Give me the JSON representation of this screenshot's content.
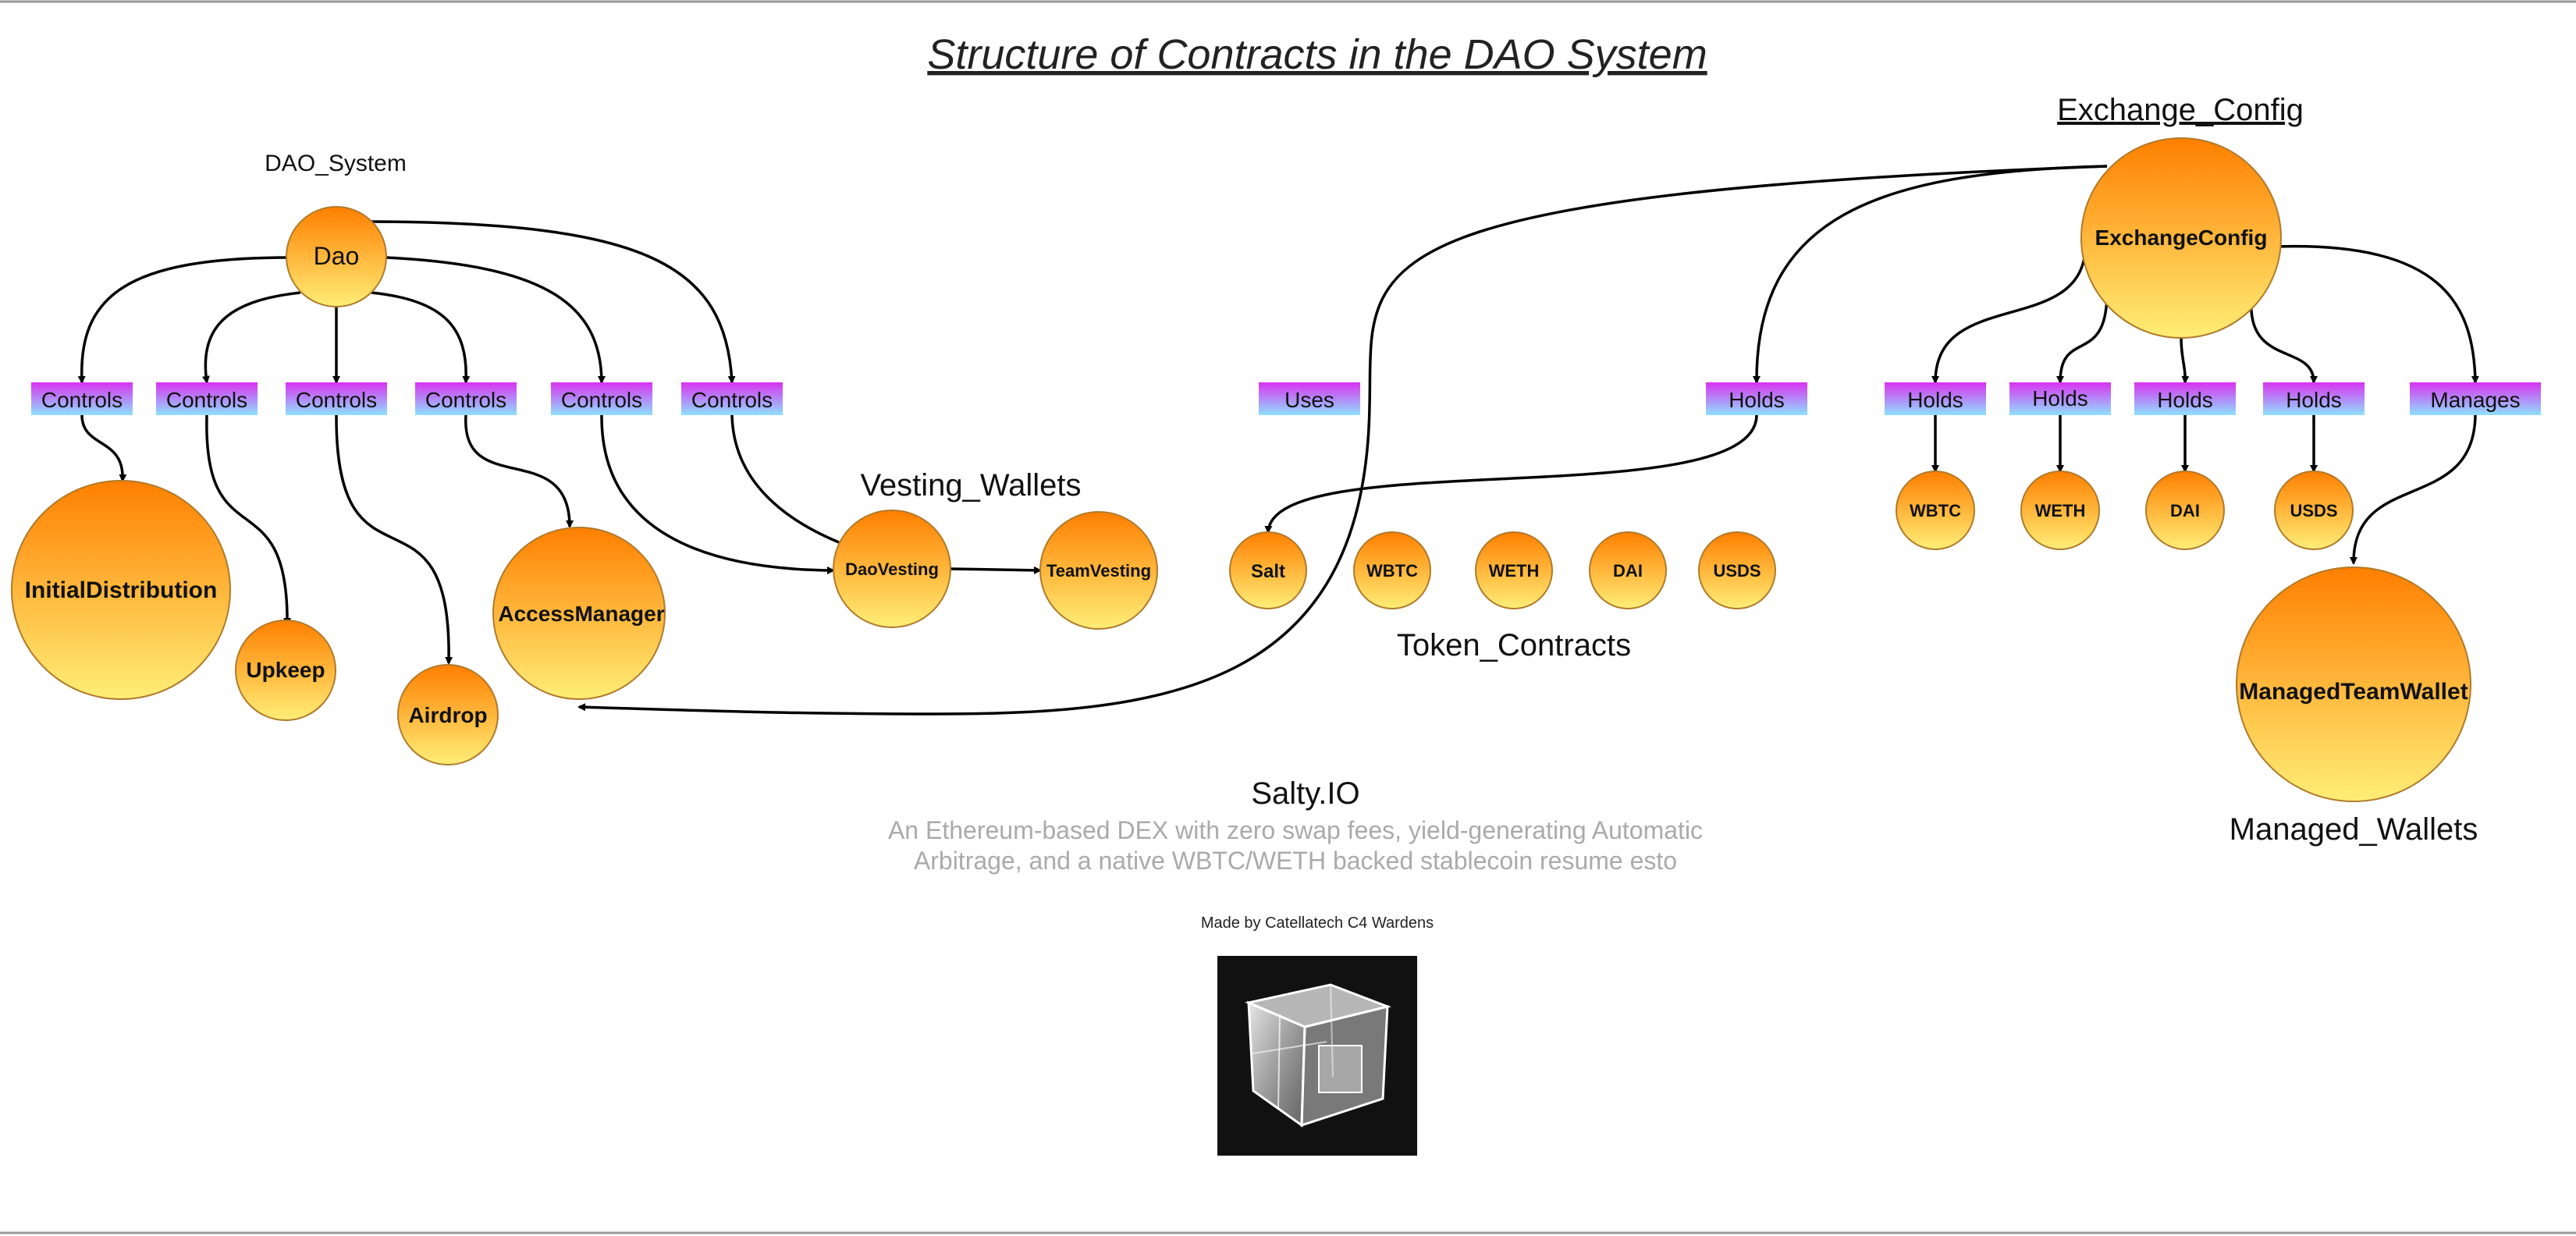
{
  "title": "Structure of Contracts in the DAO System",
  "groups": {
    "dao_system": "DAO_System",
    "vesting_wallets": "Vesting_Wallets",
    "token_contracts": "Token_Contracts",
    "exchange_config": "Exchange_Config",
    "managed_wallets": "Managed_Wallets"
  },
  "nodes": {
    "dao": "Dao",
    "initial_distribution": "InitialDistribution",
    "upkeep": "Upkeep",
    "airdrop": "Airdrop",
    "access_manager": "AccessManager",
    "dao_vesting": "DaoVesting",
    "team_vesting": "TeamVesting",
    "salt": "Salt",
    "wbtc": "WBTC",
    "weth": "WETH",
    "dai": "DAI",
    "usds": "USDS",
    "exchange_config": "ExchangeConfig",
    "ex_wbtc": "WBTC",
    "ex_weth": "WETH",
    "ex_dai": "DAI",
    "ex_usds": "USDS",
    "managed_team_wallet": "ManagedTeamWallet"
  },
  "relations": {
    "controls": "Controls",
    "uses": "Uses",
    "holds": "Holds",
    "manages": "Manages"
  },
  "footer": {
    "heading": "Salty.IO",
    "description_line1": "An Ethereum-based DEX with zero swap fees, yield-generating Automatic",
    "description_line2": "Arbitrage, and a native WBTC/WETH backed stablecoin resume esto",
    "credit": "Made by Catellatech C4 Wardens"
  },
  "colors": {
    "node_top": "#ff7f00",
    "node_bottom": "#ffee77",
    "label_top": "#d932f0",
    "label_bottom": "#8ee0ff",
    "description_text": "#aaaaaa",
    "logo_background": "#111111"
  }
}
